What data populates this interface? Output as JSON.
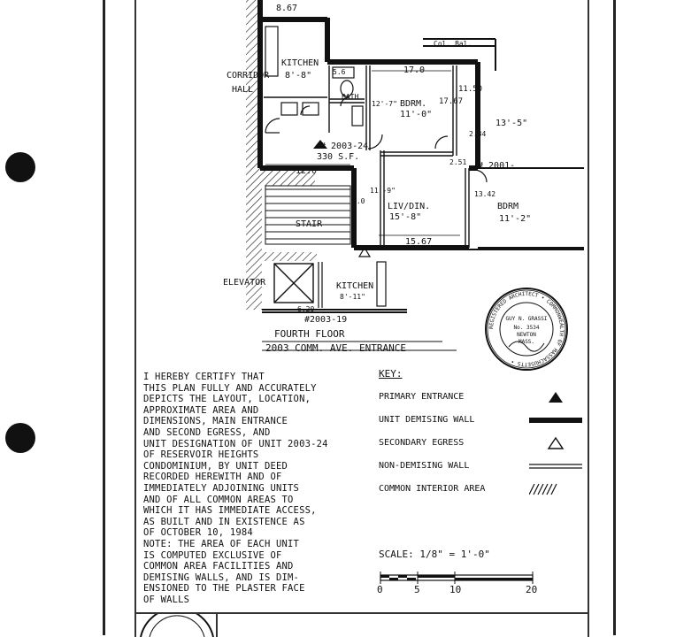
{
  "plan": {
    "rooms": {
      "kitchen_top": "KITCHEN",
      "kitchen_top_dim": "8'-8\"",
      "top_dim": "8.67",
      "bath": "BATH",
      "bdrm": "BDRM.",
      "bdrm_dim": "11'-0\"",
      "bdrm_east": "BDRM",
      "bdrm_east_dim": "11'-2\"",
      "liv_din": "LIV/DIN.",
      "liv_din_dim": "15'-8\"",
      "kitchen_bottom": "KITCHEN",
      "kitchen_bottom_dim": "8'-11\"",
      "stair": "STAIR",
      "hall": "HALL",
      "corridor": "CORRIDOR",
      "elevator": "ELEVATOR",
      "col_bal": "Col. Bal."
    },
    "dims": {
      "d_17_0": "17.0",
      "d_12_0": "12.0",
      "d_15_67": "15.67",
      "d_11_50": "11.50",
      "d_17_67": "17.67",
      "d_13_5": "13'-5\"",
      "d_2_34": "2.34",
      "d_2_51": "2.51",
      "d_11_9": "11'-9\"",
      "d_9_0": "9.0",
      "d_13_42": "13.42",
      "d_12_7": "12'-7\"",
      "d_5_6": "5.6",
      "d_6_20": "6.20"
    },
    "units": {
      "unit_main": "# 2003-24",
      "unit_area": "330 S.F.",
      "unit_2001": "# 2001-",
      "unit_2003_bottom": "#2003-19"
    },
    "floor_title_1": "FOURTH FLOOR",
    "floor_title_2": "2003 COMM. AVE. ENTRANCE"
  },
  "certification": [
    "I HEREBY CERTIFY THAT",
    "THIS PLAN FULLY AND ACCURATELY",
    "DEPICTS THE LAYOUT, LOCATION,",
    "APPROXIMATE AREA AND",
    "DIMENSIONS, MAIN ENTRANCE",
    "AND SECOND EGRESS, AND",
    "UNIT DESIGNATION OF UNIT 2003-24",
    "OF RESERVOIR HEIGHTS",
    "CONDOMINIUM, BY UNIT DEED",
    "RECORDED HEREWITH AND OF",
    "IMMEDIATELY ADJOINING UNITS",
    "AND OF ALL COMMON AREAS TO",
    "WHICH IT HAS IMMEDIATE ACCESS,",
    "AS BUILT AND IN EXISTENCE AS",
    "OF OCTOBER 10, 1984",
    "NOTE: THE AREA OF EACH UNIT",
    "IS COMPUTED EXCLUSIVE OF",
    "COMMON AREA FACILITIES AND",
    "DEMISING WALLS, AND IS DIM-",
    "ENSIONED TO THE PLASTER FACE",
    "OF WALLS"
  ],
  "key": {
    "title": "KEY:",
    "items": [
      {
        "label": "PRIMARY ENTRANCE",
        "symbol": "filled-triangle-icon"
      },
      {
        "label": "UNIT DEMISING WALL",
        "symbol": "thick-line-icon"
      },
      {
        "label": "SECONDARY EGRESS",
        "symbol": "open-triangle-icon"
      },
      {
        "label": "NON-DEMISING WALL",
        "symbol": "double-line-icon"
      },
      {
        "label": "COMMON INTERIOR AREA",
        "symbol": "hatch-icon"
      }
    ]
  },
  "scale": {
    "label": "SCALE: 1/8\" = 1'-0\"",
    "ticks": [
      "0",
      "5",
      "10",
      "20"
    ]
  },
  "seal": {
    "ring_text": "REGISTERED ARCHITECT • COMMONWEALTH OF MASSACHUSETTS •",
    "name": "GUY N. GRASSI",
    "number": "No. 3534",
    "city": "NEWTON",
    "state": "MASS."
  },
  "colors": {
    "ink": "#111111",
    "paper": "#ffffff"
  }
}
